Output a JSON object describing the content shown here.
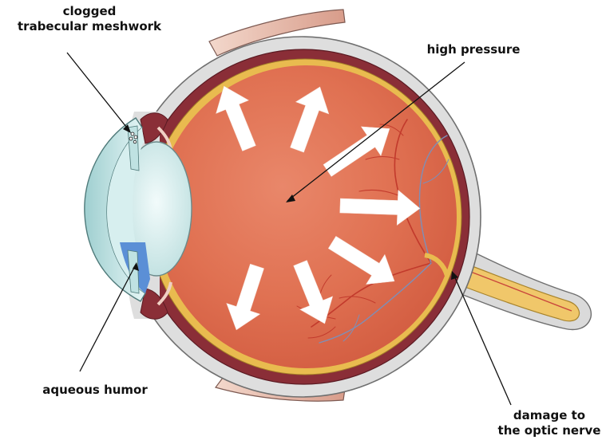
{
  "labels": {
    "clogged_line1": "clogged",
    "clogged_line2": "trabecular meshwork",
    "high_pressure": "high pressure",
    "aqueous_humor": "aqueous humor",
    "damage_line1": "damage to",
    "damage_line2": "the optic nerve"
  },
  "colors": {
    "sclera": "#dcdcdc",
    "choroid": "#8c2f38",
    "retina": "#e8b84a",
    "vitreous": "#e27656",
    "lens": "#d4ecec",
    "cornea": "#bfe2e2",
    "aqueous": "#5b8fd6",
    "muscle": "#e9c3b6",
    "arrow": "#ffffff",
    "leader_line": "#111111"
  }
}
